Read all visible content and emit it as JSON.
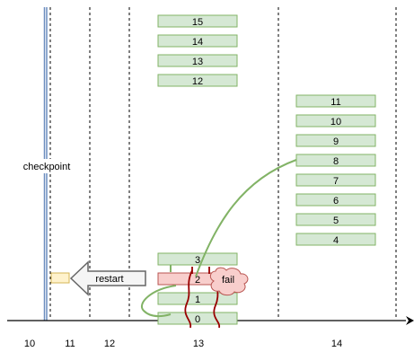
{
  "axis": {
    "labels": [
      {
        "text": "10",
        "value": 10
      },
      {
        "text": "11",
        "value": 11
      },
      {
        "text": "12",
        "value": 12
      },
      {
        "text": "13",
        "value": 13
      },
      {
        "text": "14",
        "value": 14
      }
    ]
  },
  "checkpoint_label": "checkpoint",
  "restart_label": "restart",
  "fail_label": "fail",
  "stack_top": {
    "blocks": [
      "15",
      "14",
      "13",
      "12"
    ]
  },
  "stack_right": {
    "blocks": [
      "11",
      "10",
      "9",
      "8",
      "7",
      "6",
      "5",
      "4"
    ]
  },
  "stack_bottom": {
    "blocks": [
      "3",
      "2",
      "1",
      "0"
    ],
    "failed_block": "2"
  },
  "colors": {
    "block_fill": "#d5e8d4",
    "block_stroke": "#82b366",
    "fail_fill": "#f8cecc",
    "fail_stroke": "#b85450",
    "checkpoint_line": "#6c8ebf",
    "restart_box_fill": "#fff2cc",
    "restart_box_stroke": "#d6b656",
    "arrow_fill": "#f5f5f5",
    "arrow_stroke": "#666666",
    "curve_green": "#82b366",
    "curve_red": "#990000"
  }
}
